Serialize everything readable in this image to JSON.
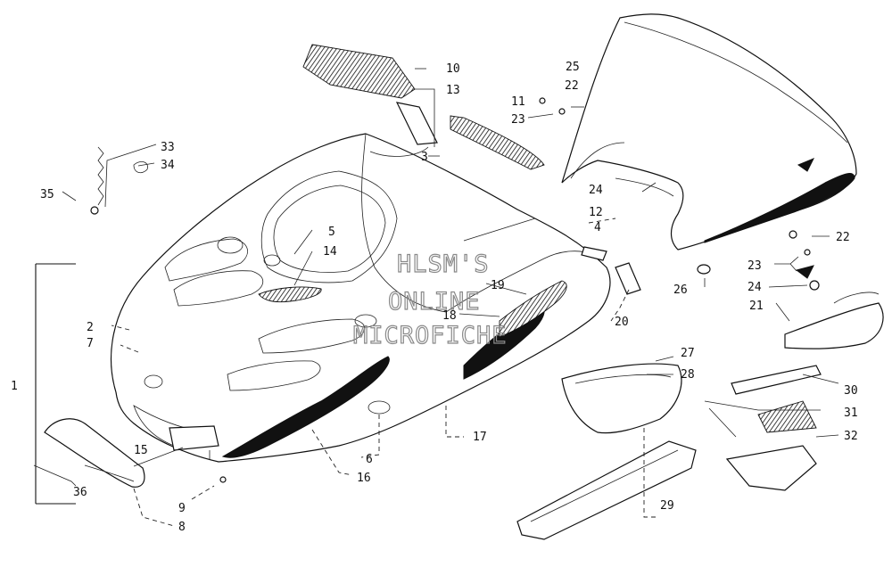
{
  "watermark": {
    "line1": "HLSM'S",
    "line2": "ONLINE",
    "line3": "MICROFICHE"
  },
  "callouts": {
    "c1": "1",
    "c2": "2",
    "c3": "3",
    "c4": "4",
    "c5": "5",
    "c6": "6",
    "c7": "7",
    "c8": "8",
    "c9": "9",
    "c10": "10",
    "c11": "11",
    "c12": "12",
    "c13": "13",
    "c14": "14",
    "c15": "15",
    "c16": "16",
    "c17": "17",
    "c18": "18",
    "c19": "19",
    "c20": "20",
    "c21": "21",
    "c22a": "22",
    "c22b": "22",
    "c23a": "23",
    "c23b": "23",
    "c24a": "24",
    "c24b": "24",
    "c25": "25",
    "c26": "26",
    "c27": "27",
    "c28": "28",
    "c29": "29",
    "c30": "30",
    "c31": "31",
    "c32": "32",
    "c33": "33",
    "c34": "34",
    "c35": "35",
    "c36": "36"
  }
}
